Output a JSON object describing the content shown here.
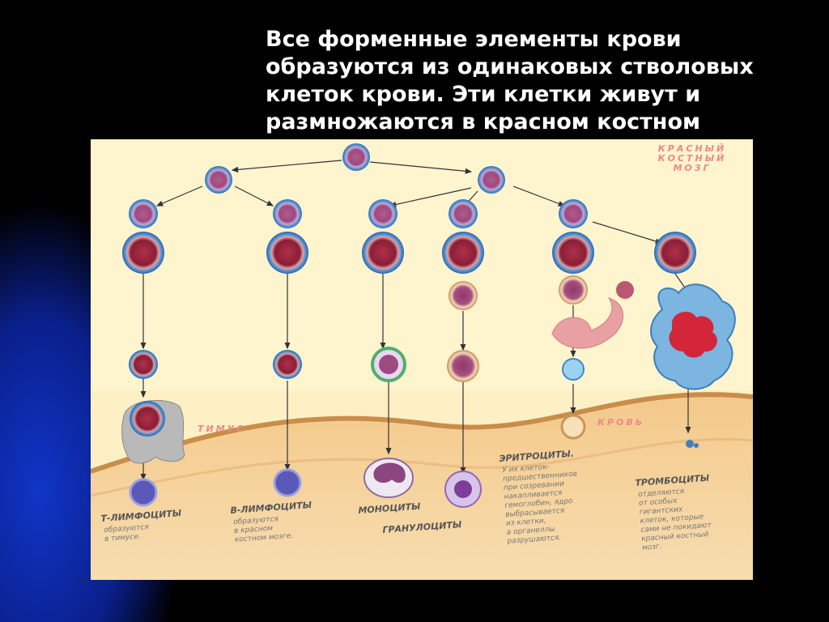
{
  "slide": {
    "heading_lines": [
      "Все форменные элементы крови",
      "образуются из одинаковых стволовых",
      "клеток крови. Эти клетки живут и",
      "размножаются в красном костном"
    ]
  },
  "diagram": {
    "region_marrow": [
      "КРАСНЫЙ",
      "КОСТНЫЙ",
      "МОЗГ"
    ],
    "region_thymus": "ТИМУС",
    "region_blood": "КРОВЬ",
    "t_cells": {
      "title": "Т-ЛИМФОЦИТЫ",
      "note": [
        "образуются",
        "в тимусе."
      ]
    },
    "b_cells": {
      "title": "В-ЛИМФОЦИТЫ",
      "note": [
        "образуются",
        "в красном",
        "костном мозге."
      ]
    },
    "monocytes": {
      "title": "МОНОЦИТЫ"
    },
    "granulocytes": {
      "title": "ГРАНУЛОЦИТЫ"
    },
    "erythrocytes": {
      "title": "ЭРИТРОЦИТЫ.",
      "note": [
        "У их клеток-",
        "предшественников",
        "при созревании",
        "накапливается",
        "гемоглобин, ядро",
        "выбрасывается",
        "из клетки,",
        "а органеллы",
        "разрушаются."
      ]
    },
    "platelets": {
      "title": "ТРОМБОЦИТЫ",
      "note": [
        "отделяются",
        "от особых",
        "гигантских",
        "клеток, которые",
        "сами не покидают",
        "красный костный",
        "мозг."
      ]
    }
  },
  "colors": {
    "background": "#000000",
    "heading_text": "#ffffff",
    "panel_bg": "#fdf0c4",
    "label_pink": "#e88888"
  }
}
